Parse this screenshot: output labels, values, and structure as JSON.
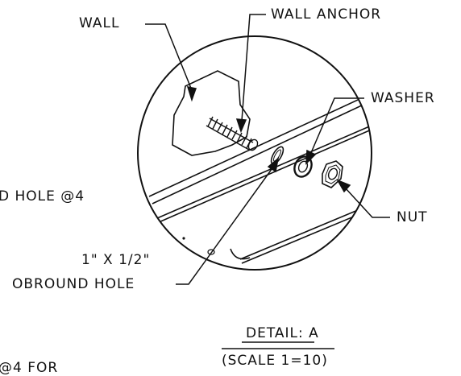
{
  "labels": {
    "wall": "WALL",
    "wall_anchor": "WALL ANCHOR",
    "washer": "WASHER",
    "nut": "NUT",
    "hole_size": "1\" X 1/2\"",
    "obround_hole": "OBROUND HOLE",
    "partial_left_1": "D HOLE @4",
    "partial_left_2": "@4 FOR"
  },
  "detail": {
    "title": "DETAIL: A",
    "scale": "(SCALE 1=10)"
  },
  "colors": {
    "ink": "#111111",
    "background": "#ffffff"
  }
}
